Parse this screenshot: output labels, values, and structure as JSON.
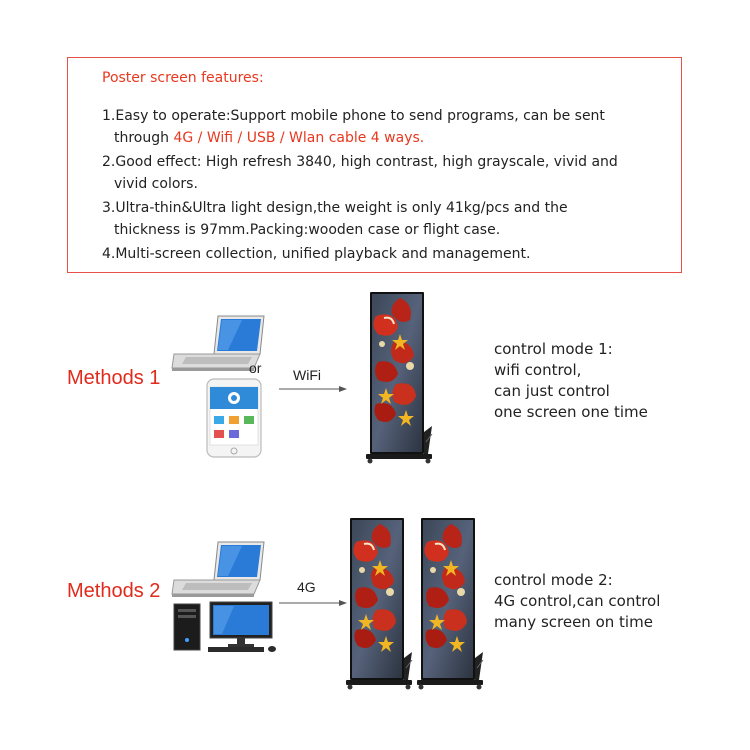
{
  "features": {
    "title": "Poster screen features:",
    "items": [
      {
        "line1": "1.Easy to operate:Support mobile phone to send programs, can be sent",
        "line2_prefix": "through ",
        "line2_highlight": "4G / Wifi / USB / Wlan cable 4 ways."
      },
      {
        "line1": "2.Good effect: High refresh 3840, high contrast, high grayscale, vivid and",
        "line2": "vivid colors."
      },
      {
        "line1": "3.Ultra-thin&Ultra light design,the weight is only 41kg/pcs and the",
        "line2": "thickness is 97mm.Packing:wooden case or flight case."
      },
      {
        "line1": "4.Multi-screen collection, unified playback and management."
      }
    ]
  },
  "method1": {
    "label": "Methods 1",
    "or": "or",
    "channel": "WiFi",
    "desc": [
      "control mode 1:",
      "wifi control,",
      "can just control",
      "one screen one time"
    ]
  },
  "method2": {
    "label": "Methods 2",
    "channel": "4G",
    "desc": [
      "control mode 2:",
      "4G control,can control",
      "many screen on time"
    ]
  },
  "colors": {
    "accent_red": "#e8381f",
    "box_border": "#e8514a"
  },
  "icons": [
    "laptop-icon",
    "smartphone-icon",
    "desktop-computer-icon",
    "arrow-icon",
    "poster-screen-icon"
  ]
}
